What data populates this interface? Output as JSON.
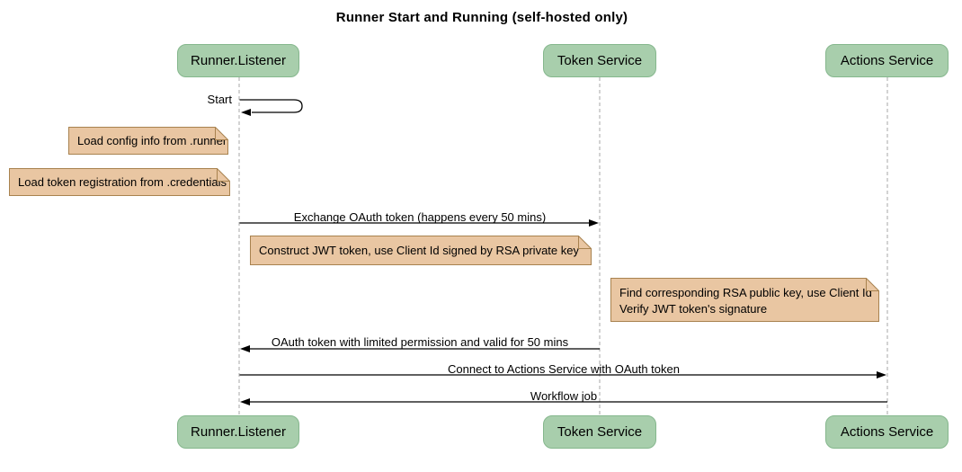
{
  "title": "Runner Start and Running (self-hosted only)",
  "participants": [
    {
      "id": "runner-listener",
      "label": "Runner.Listener"
    },
    {
      "id": "token-service",
      "label": "Token Service"
    },
    {
      "id": "actions-service",
      "label": "Actions Service"
    }
  ],
  "messages": [
    {
      "label": "Start",
      "from": "Runner.Listener",
      "to": "Runner.Listener",
      "kind": "self"
    },
    {
      "label": "Exchange OAuth token (happens every 50 mins)",
      "from": "Runner.Listener",
      "to": "Token Service",
      "kind": "arrow"
    },
    {
      "label": "OAuth token with limited permission and valid for 50 mins",
      "from": "Token Service",
      "to": "Runner.Listener",
      "kind": "arrow"
    },
    {
      "label": "Connect to Actions Service with OAuth token",
      "from": "Runner.Listener",
      "to": "Actions Service",
      "kind": "arrow"
    },
    {
      "label": "Workflow job",
      "from": "Actions Service",
      "to": "Runner.Listener",
      "kind": "arrow"
    }
  ],
  "notes": [
    {
      "text": "Load config info from .runner",
      "position": "left of Runner.Listener"
    },
    {
      "text": "Load token registration from .credentials",
      "position": "left of Runner.Listener"
    },
    {
      "text": "Construct JWT token, use Client Id signed by RSA private key",
      "position": "between Runner.Listener and Token Service"
    },
    {
      "lines": [
        "Find corresponding RSA public key, use Client Id",
        "Verify JWT token's signature"
      ],
      "position": "left of Actions Service"
    }
  ],
  "colors": {
    "background": "#FFFFFF",
    "participant_fill": "#A8CEAC",
    "participant_border": "#85B78D",
    "note_fill": "#E9C6A2",
    "note_border": "#A8824F",
    "lifeline": "#A7A7A7",
    "arrow": "#000000",
    "text": "#000000"
  }
}
